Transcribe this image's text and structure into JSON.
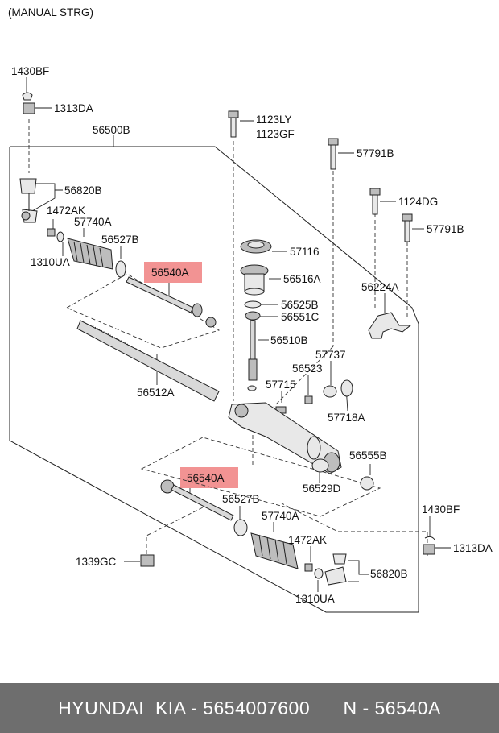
{
  "header": {
    "note": "(MANUAL STRG)"
  },
  "labels": {
    "l1430bf_top": "1430BF",
    "l1313da_top": "1313DA",
    "l56500b": "56500B",
    "l1123ly": "1123LY",
    "l1123gf": "1123GF",
    "l57791b_1": "57791B",
    "l1124dg": "1124DG",
    "l57791b_2": "57791B",
    "l56820b_top": "56820B",
    "l1472ak_top": "1472AK",
    "l57740a_top": "57740A",
    "l56527b_top": "56527B",
    "l1310ua_top": "1310UA",
    "l56540a_top": "56540A",
    "l57116": "57116",
    "l56516a": "56516A",
    "l56525b": "56525B",
    "l56551c": "56551C",
    "l56224a": "56224A",
    "l56510b": "56510B",
    "l57737": "57737",
    "l56523": "56523",
    "l57715": "57715",
    "l56512a": "56512A",
    "l57718a": "57718A",
    "l56555b": "56555B",
    "l56529d": "56529D",
    "l56540a_bot": "56540A",
    "l56527b_bot": "56527B",
    "l57740a_bot": "57740A",
    "l1430bf_bot": "1430BF",
    "l1472ak_bot": "1472AK",
    "l1313da_bot": "1313DA",
    "l1339gc": "1339GC",
    "l56820b_bot": "56820B",
    "l1310ua_bot": "1310UA"
  },
  "highlight_color": "#f08080",
  "footer": {
    "brand": "HYUNDAI  KIA - 5654007600",
    "ref": "N - 56540A"
  }
}
